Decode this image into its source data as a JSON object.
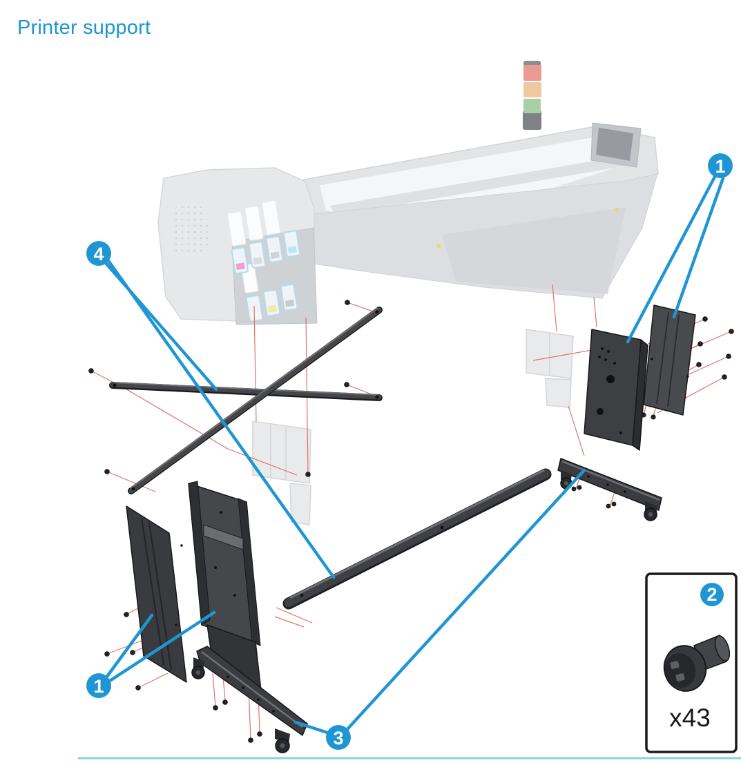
{
  "page": {
    "title": "Printer support"
  },
  "callouts": {
    "top_right": {
      "label": "1"
    },
    "left": {
      "label": "4"
    },
    "bottom_left": {
      "label": "1"
    },
    "bottom_center": {
      "label": "3"
    }
  },
  "detail_box": {
    "callout": {
      "label": "2"
    },
    "quantity_label": "x43"
  },
  "colors": {
    "accent_blue": "#1f96d3",
    "leader_red": "#df635c",
    "part_dark_gray": "#3e3f43",
    "ghost_gray": "#e6e7e9",
    "footer_rule_blue": "#8ad0e8",
    "beacon_red": "#e89a93",
    "beacon_amber": "#eec9a0",
    "beacon_green": "#abcfa4"
  }
}
